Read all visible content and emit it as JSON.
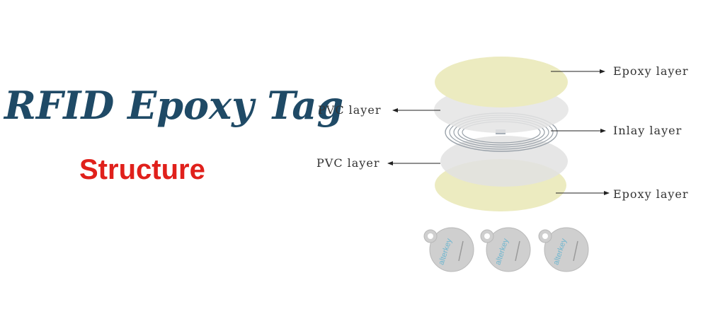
{
  "title": "RFID Epoxy Tag",
  "subtitle": "Structure",
  "layers": {
    "epoxy_top": "Epoxy layer",
    "pvc_top": "PVC layer",
    "inlay": "Inlay layer",
    "pvc_bottom": "PVC layer",
    "epoxy_bottom": "Epoxy layer"
  },
  "colors": {
    "title": "#1f4a66",
    "subtitle": "#e0201b",
    "epoxy": "#ecebc0",
    "pvc": "#e4e4e4",
    "tag": "#cfcfcf"
  },
  "samples": [
    {
      "brand": "alterkey"
    },
    {
      "brand": "alterkey"
    },
    {
      "brand": "alterkey"
    }
  ]
}
